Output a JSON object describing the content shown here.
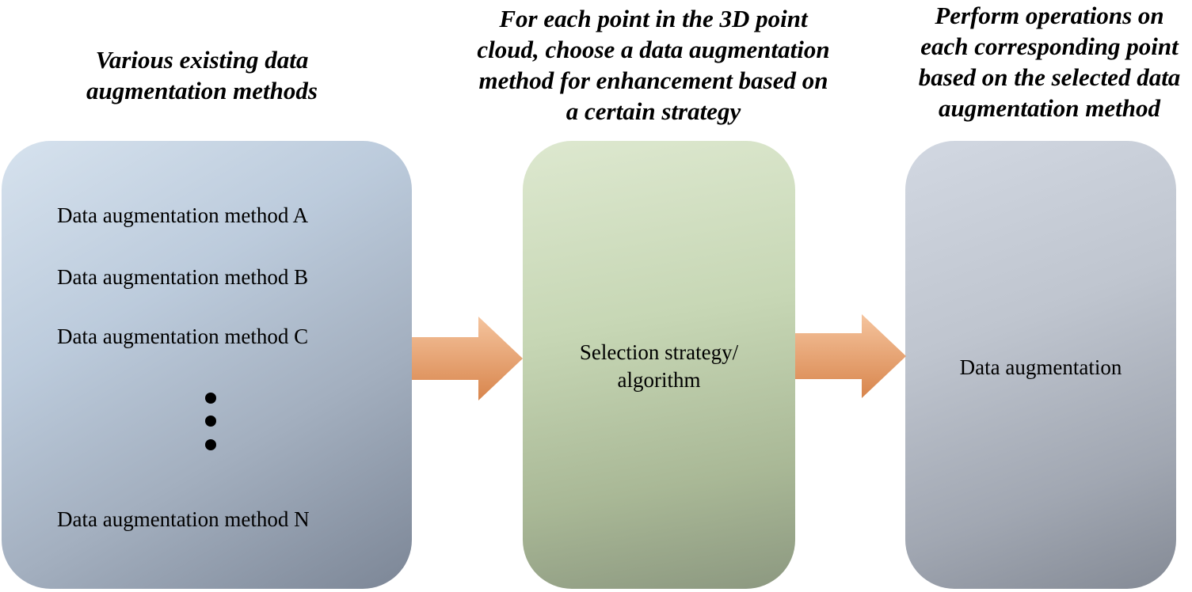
{
  "captions": {
    "methods": "Various existing data augmentation methods",
    "methods_line1": "Various existing data",
    "methods_line2": "augmentation methods",
    "strategy_line1": "For each point in the 3D point",
    "strategy_line2": "cloud, choose a data augmentation",
    "strategy_line3": "method for enhancement  based on",
    "strategy_line4": "a certain strategy",
    "operations_line1": "Perform operations on",
    "operations_line2": "each corresponding point",
    "operations_line3": "based on the selected data",
    "operations_line4": "augmentation method"
  },
  "methods_box": {
    "items": [
      "Data augmentation method A",
      "Data augmentation method B",
      "Data augmentation method C",
      "Data augmentation method N"
    ]
  },
  "strategy_box": {
    "line1": "Selection strategy/",
    "line2": "algorithm"
  },
  "augment_box": {
    "label": "Data augmentation"
  },
  "colors": {
    "arrow_fill_top": "#f3b98f",
    "arrow_fill_bottom": "#d98a55",
    "methods_box": "#bccbdc",
    "strategy_box": "#c7d7b5",
    "augment_box": "#bfc5cf"
  }
}
